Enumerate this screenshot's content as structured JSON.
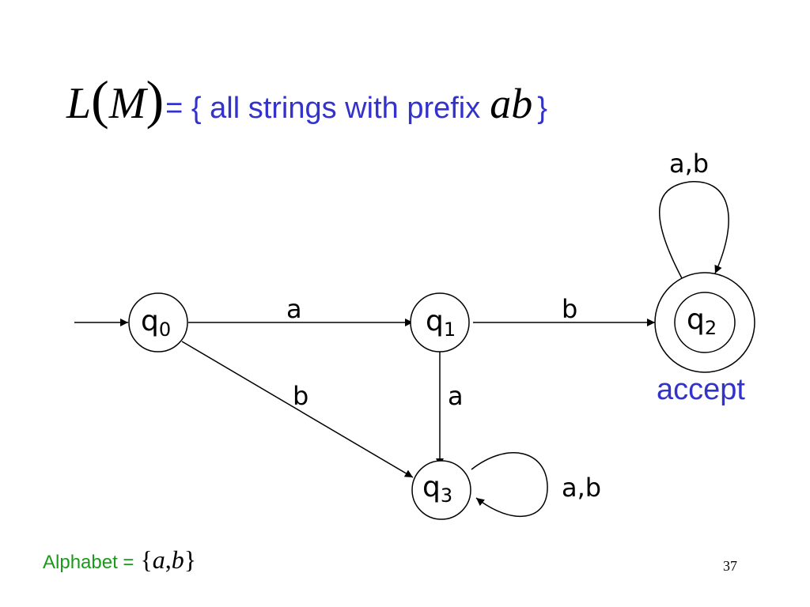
{
  "title": {
    "L": "L",
    "open_paren": "(",
    "M": "M",
    "close_paren": ")",
    "text": "= { all strings with prefix",
    "prefix": "ab",
    "close_brace": "}"
  },
  "diagram": {
    "states": [
      {
        "id": "q0",
        "main": "q",
        "sub": "0",
        "initial": true,
        "accepting": false
      },
      {
        "id": "q1",
        "main": "q",
        "sub": "1",
        "initial": false,
        "accepting": false
      },
      {
        "id": "q2",
        "main": "q",
        "sub": "2",
        "initial": false,
        "accepting": true
      },
      {
        "id": "q3",
        "main": "q",
        "sub": "3",
        "initial": false,
        "accepting": false
      }
    ],
    "transitions": [
      {
        "from": "q0",
        "to": "q1",
        "label": "a"
      },
      {
        "from": "q1",
        "to": "q2",
        "label": "b"
      },
      {
        "from": "q0",
        "to": "q3",
        "label": "b"
      },
      {
        "from": "q1",
        "to": "q3",
        "label": "a"
      },
      {
        "from": "q2",
        "to": "q2",
        "label": "a,b"
      },
      {
        "from": "q3",
        "to": "q3",
        "label": "a,b"
      }
    ],
    "accept_label": "accept"
  },
  "alphabet": {
    "label": "Alphabet =",
    "open": "{",
    "a": "a",
    "sep": ",",
    "b": "b",
    "close": "}"
  },
  "page_number": "37",
  "colors": {
    "title_text": "#3333cc",
    "accept_text": "#3333cc",
    "alphabet_text": "#1a9a1a",
    "lines": "#000000"
  }
}
